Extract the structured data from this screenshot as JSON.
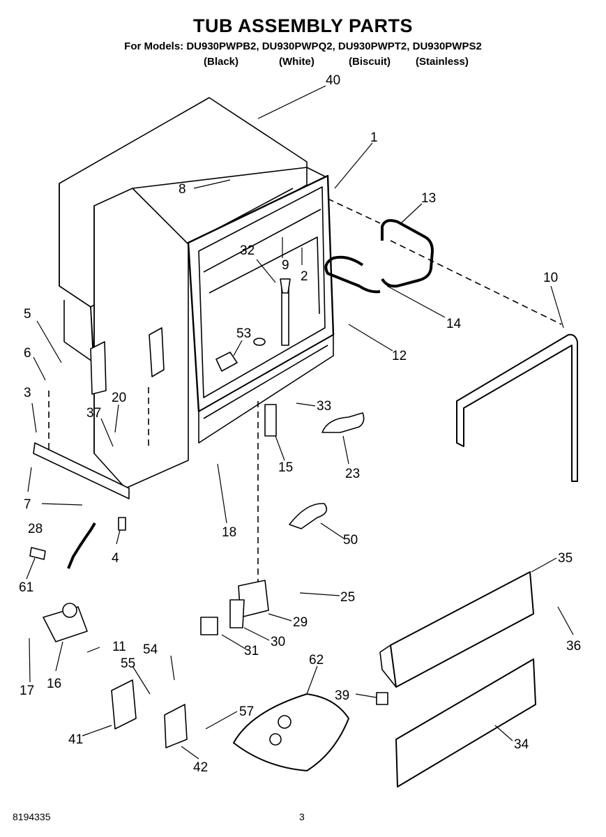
{
  "header": {
    "title": "TUB ASSEMBLY PARTS",
    "models_line": "For Models: DU930PWPB2, DU930PWPQ2, DU930PWPT2, DU930PWPS2",
    "colors": [
      "(Black)",
      "(White)",
      "(Biscuit)",
      "(Stainless)"
    ]
  },
  "callouts": [
    "40",
    "1",
    "8",
    "13",
    "32",
    "9",
    "2",
    "10",
    "5",
    "14",
    "12",
    "53",
    "6",
    "3",
    "20",
    "37",
    "33",
    "15",
    "23",
    "7",
    "28",
    "18",
    "4",
    "50",
    "61",
    "35",
    "25",
    "29",
    "11",
    "54",
    "30",
    "36",
    "31",
    "55",
    "62",
    "17",
    "16",
    "39",
    "57",
    "41",
    "34",
    "42"
  ],
  "footer": {
    "doc_number": "8194335",
    "page_number": "3"
  }
}
